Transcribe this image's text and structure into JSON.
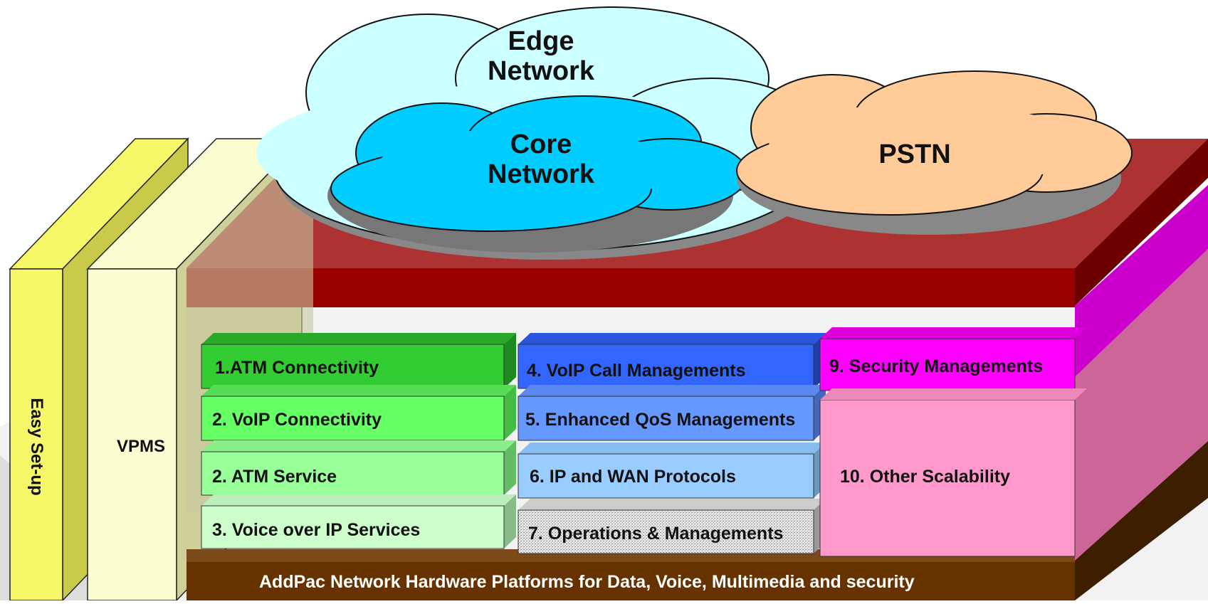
{
  "clouds": {
    "edge": {
      "line1": "Edge",
      "line2": "Network"
    },
    "core": {
      "line1": "Core",
      "line2": "Network"
    },
    "pstn": "PSTN"
  },
  "side": {
    "easy_setup": "Easy Set-up",
    "vpms": "VPMS"
  },
  "modules": {
    "m1": "1.ATM Connectivity",
    "m2": "2. VoIP Connectivity",
    "m3": "2. ATM Service",
    "m4": "3. Voice over IP Services",
    "m5": "4. VoIP Call Managements",
    "m6": "5. Enhanced QoS Managements",
    "m7": "6. IP and WAN Protocols",
    "m8": "7. Operations & Managements",
    "m9": "9. Security Managements",
    "m10": "10. Other Scalability"
  },
  "base": "AddPac Network Hardware Platforms for Data, Voice, Multimedia and security",
  "colors": {
    "easy_front": "#f7f76a",
    "easy_side": "#c9c94a",
    "vpms_front": "#fdfdd2",
    "top_slab": "#990000",
    "top_slab_top": "#ad3333",
    "base": "#663300",
    "green_dark": "#33cc33",
    "green_mid": "#66ff66",
    "green_light": "#99ff99",
    "green_pale": "#ccffcc",
    "blue_dark": "#3366ff",
    "blue_mid": "#6699ff",
    "blue_light": "#99ccff",
    "magenta": "#ff00ff",
    "pink": "#ff99cc",
    "edge_cloud": "#ccffff",
    "core_cloud": "#00ccff",
    "pstn_cloud": "#ffcc99"
  }
}
